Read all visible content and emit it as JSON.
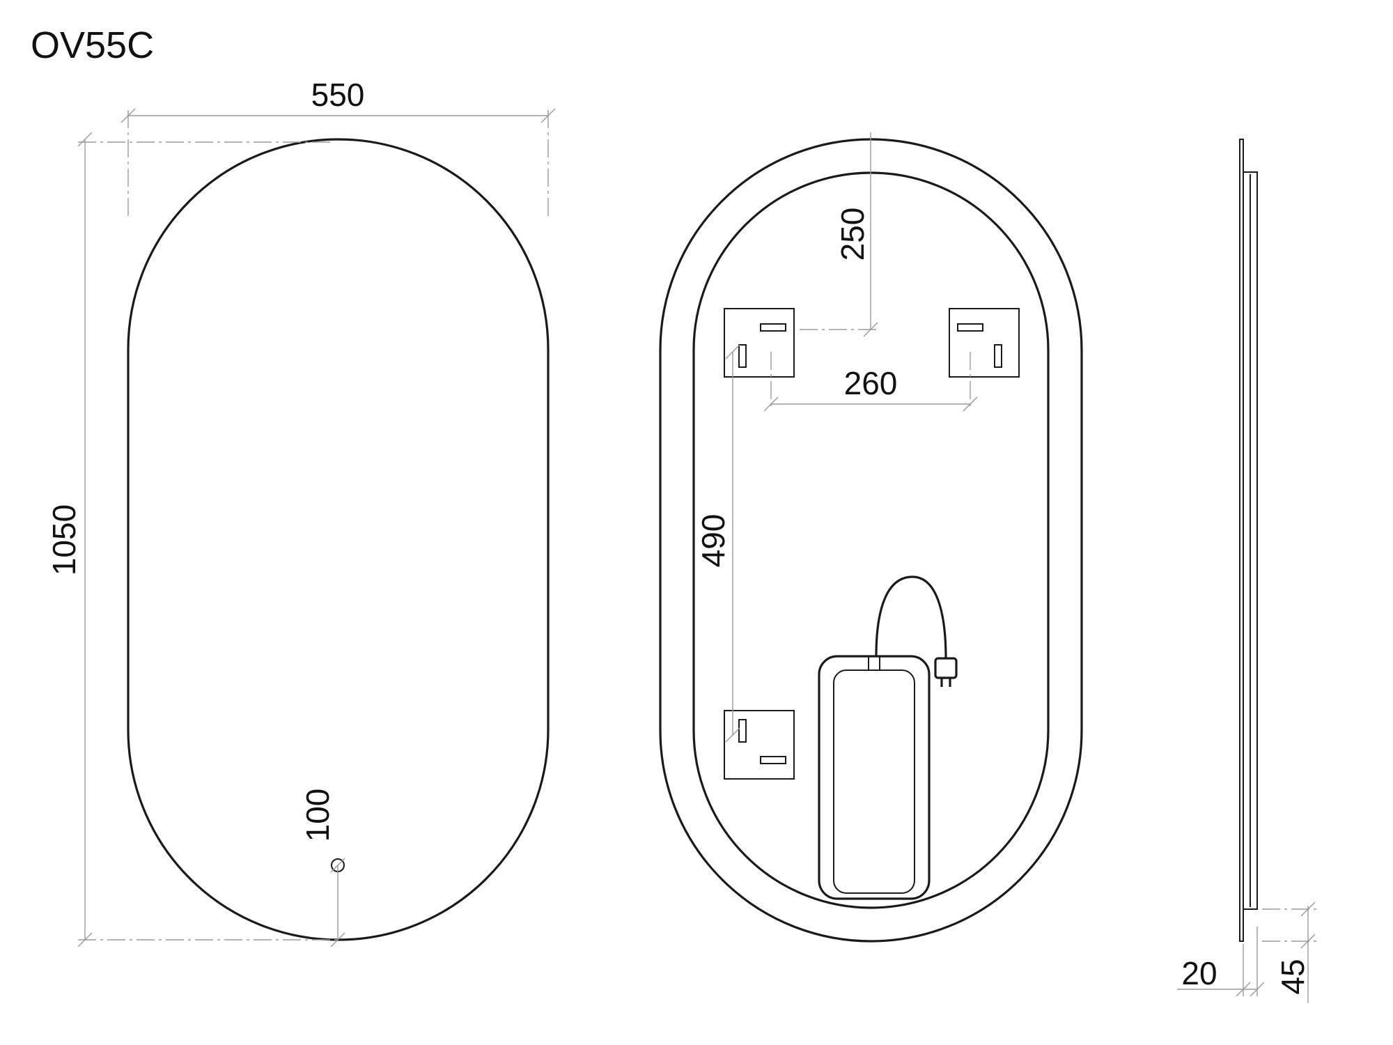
{
  "model": "OV55C",
  "colors": {
    "line": "#1a1a1a",
    "dimension": "#9a9a9a",
    "background": "#ffffff"
  },
  "front_view": {
    "width_label": "550",
    "height_label": "1050",
    "sensor_offset_label": "100"
  },
  "rear_view": {
    "top_to_bracket_label": "250",
    "bracket_spacing_label": "260",
    "bracket_vertical_label": "490"
  },
  "side_view": {
    "thickness_label": "20",
    "depth_label": "45"
  }
}
